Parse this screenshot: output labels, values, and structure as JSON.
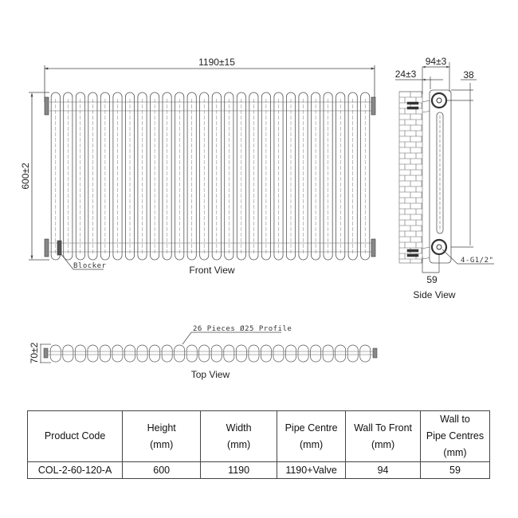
{
  "front_view": {
    "title": "Front View",
    "width_dim": "1190±15",
    "height_dim": "600±2",
    "blocker_label": "Blocker",
    "column_count": 26
  },
  "side_view": {
    "title": "Side View",
    "dim_depth": "94±3",
    "dim_wall_gap": "24±3",
    "dim_top_offset": "38",
    "dim_pipe_centre": "59",
    "thread_label": "4-G1/2\""
  },
  "top_view": {
    "title": "Top View",
    "depth_dim": "70±2",
    "profile_label": "26 Pieces  Ø25 Profile"
  },
  "spec_table": {
    "headers": [
      {
        "line1": "Product Code",
        "line2": "",
        "line3": ""
      },
      {
        "line1": "Height",
        "line2": "(mm)",
        "line3": ""
      },
      {
        "line1": "Width",
        "line2": "(mm)",
        "line3": ""
      },
      {
        "line1": "Pipe Centre",
        "line2": "(mm)",
        "line3": ""
      },
      {
        "line1": "Wall To Front",
        "line2": "(mm)",
        "line3": ""
      },
      {
        "line1": "Wall to",
        "line2": "Pipe Centres",
        "line3": "(mm)"
      }
    ],
    "rows": [
      [
        "COL-2-60-120-A",
        "600",
        "1190",
        "1190+Valve",
        "94",
        "59"
      ]
    ]
  },
  "colors": {
    "line": "#555555",
    "text": "#222222",
    "background": "#ffffff"
  }
}
